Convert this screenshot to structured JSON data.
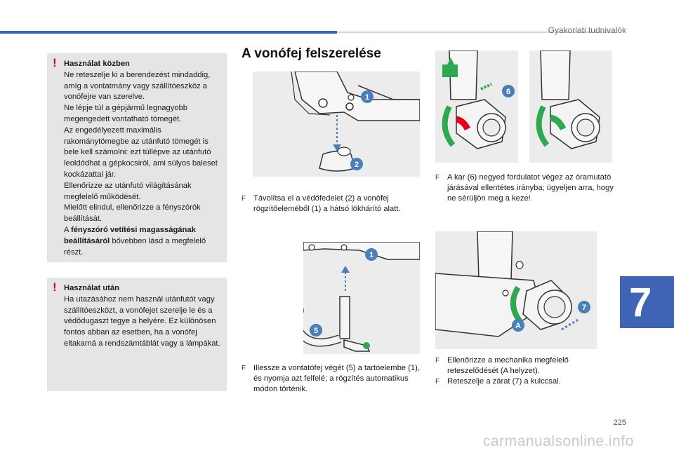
{
  "header": {
    "title": "Gyakorlati tudnivalók"
  },
  "chapter": {
    "number": "7"
  },
  "notes": [
    {
      "icon": "exclamation-icon",
      "title": "Használat közben",
      "paragraphs": [
        "Ne reteszelje ki a berendezést mindaddig, amíg a vontatmány vagy szállítóeszköz a vonófejre van szerelve.",
        "Ne lépje túl a gépjármű legnagyobb megengedett vontatható tömegét.",
        "Az engedélyezett maximális rakománytömegbe az utánfutó tömegét is bele kell számolni: ezt túllépve az utánfutó leoldódhat a gépkocsiról, ami súlyos baleset kockázattal jár.",
        "Ellenőrizze az utánfutó világításának megfelelő működését.",
        "Mielőtt elindul, ellenőrizze a fényszórók beállítását."
      ],
      "ref_prefix": "A ",
      "ref_bold": "fényszóró vetítési magasságának beállításáról",
      "ref_suffix": " bővebben lásd a megfelelő részt."
    },
    {
      "icon": "exclamation-icon",
      "title": "Használat után",
      "paragraphs": [
        "Ha utazásához nem használ utánfutót vagy szállítóeszközt, a vonófejet szerelje le és a védődugaszt tegye a helyére. Ez különösen fontos abban az esetben, ha a vonófej eltakarná a rendszámtáblát vagy a lámpákat."
      ]
    }
  ],
  "section_title": "A vonófej felszerelése",
  "steps": [
    {
      "marker": "F",
      "text": "Távolítsa el a védőfedelet (2) a vonófej rögzítőeleméből (1) a hátsó lökhárító alatt."
    },
    {
      "marker": "F",
      "text": "Illessze a vontatófej végét (5) a tartóelembe (1), és nyomja azt felfelé; a rögzítés automatikus módon történik."
    },
    {
      "marker": "F",
      "text": "A kar (6) negyed fordulatot végez az óramutató járásával ellentétes irányba; ügyeljen arra, hogy ne sérüljön meg a keze!"
    },
    {
      "marker": "F",
      "text": "Ellenőrizze a mechanika megfelelő reteszelődését (A helyzet)."
    },
    {
      "marker": "F",
      "text": "Reteszelje a zárat (7) a kulccsal."
    }
  ],
  "figures": {
    "fig1": {
      "callouts": [
        "1",
        "2"
      ]
    },
    "fig2": {
      "callouts": [
        "1",
        "5"
      ]
    },
    "fig3": {
      "callouts": [
        "6"
      ]
    },
    "fig5": {
      "callouts": [
        "7",
        "A"
      ]
    }
  },
  "colors": {
    "accent": "#3f63b5",
    "callout": "#4a7fb8",
    "green": "#2fa84f",
    "red": "#e3001b",
    "note_bg": "#e5e5e5"
  },
  "page_number": "225",
  "watermark": "carmanualsonline.info"
}
